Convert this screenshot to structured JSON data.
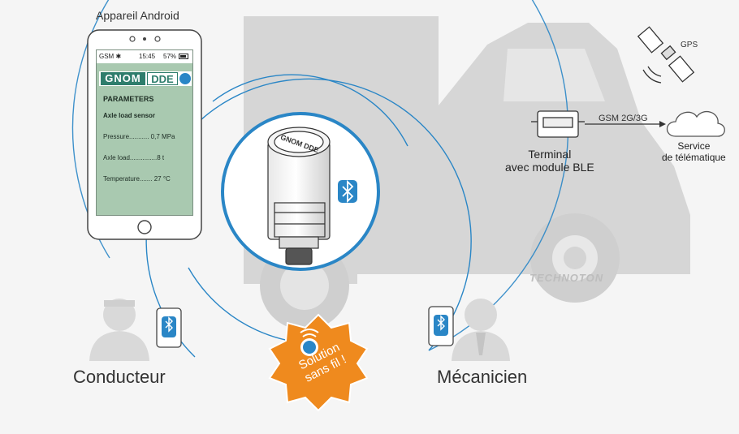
{
  "android": {
    "title": "Appareil Android",
    "status_network": "GSM ✱",
    "status_time": "15:45",
    "status_battery": "57%",
    "brand_a": "GNOM",
    "brand_b": "DDE",
    "screen_title": "PARAMETERS",
    "screen_subtitle": "Axle load sensor",
    "rows": [
      "Pressure........... 0,7 MPa",
      "Axle load...............8 t",
      "Temperature....... 27 °C"
    ]
  },
  "sensor": {
    "engraving": "GNOM DDE"
  },
  "terminal": {
    "line1": "Terminal",
    "line2": "avec module BLE"
  },
  "gsm_link": "GSM 2G/3G",
  "gps": "GPS",
  "service": {
    "line1": "Service",
    "line2": "de télématique"
  },
  "driver": "Conducteur",
  "mechanic": "Mécanicien",
  "badge": {
    "line1": "Solution",
    "line2": "sans fil !"
  },
  "watermark": "TECHNOTON",
  "colors": {
    "blue": "#2a86c6",
    "orange": "#ef8a1e",
    "truck": "#d6d6d6",
    "screen": "#a9c9b0",
    "brand": "#2e7d6c"
  }
}
